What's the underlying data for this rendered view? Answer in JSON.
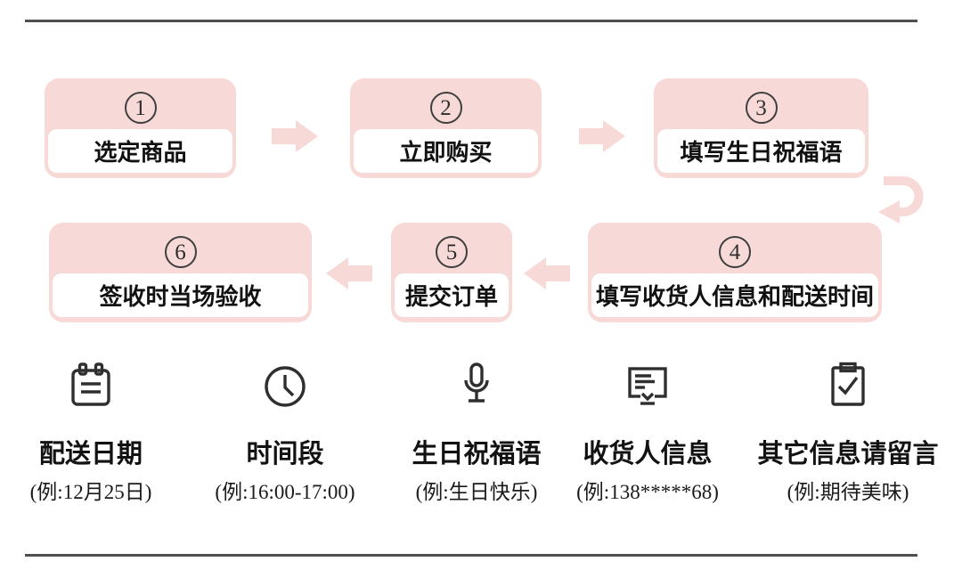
{
  "steps": [
    {
      "num": "1",
      "label": "选定商品"
    },
    {
      "num": "2",
      "label": "立即购买"
    },
    {
      "num": "3",
      "label": "填写生日祝福语"
    },
    {
      "num": "4",
      "label": "填写收货人信息和配送时间"
    },
    {
      "num": "5",
      "label": "提交订单"
    },
    {
      "num": "6",
      "label": "签收时当场验收"
    }
  ],
  "legend": [
    {
      "icon": "calendar-icon",
      "label": "配送日期",
      "example": "(例:12月25日)"
    },
    {
      "icon": "clock-icon",
      "label": "时间段",
      "example": "(例:16:00-17:00)"
    },
    {
      "icon": "microphone-icon",
      "label": "生日祝福语",
      "example": "(例:生日快乐)"
    },
    {
      "icon": "message-board-icon",
      "label": "收货人信息",
      "example": "(例:138*****68)"
    },
    {
      "icon": "clipboard-check-icon",
      "label": "其它信息请留言",
      "example": "(例:期待美味)"
    }
  ],
  "colors": {
    "pink": "#f7d9d7",
    "ink": "#2f2f2f",
    "rule_gray": "#4f4f4f"
  }
}
